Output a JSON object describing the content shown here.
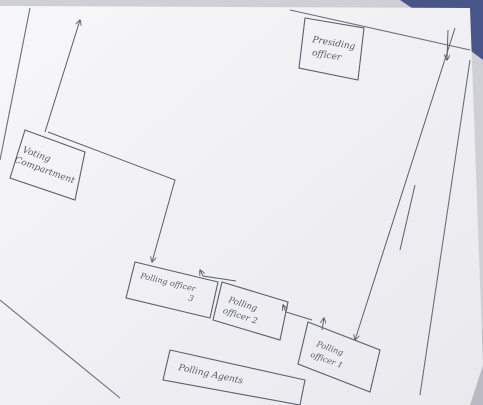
{
  "photo": {
    "subject": "hand-drawn flowchart on paper",
    "paper_color": "#f4f4f6",
    "ink_color": "#5a5f6b",
    "fabric_color": "#2f3f7a"
  },
  "boxes": [
    {
      "id": "presiding",
      "lines": [
        "Presiding",
        "officer"
      ]
    },
    {
      "id": "voting",
      "lines": [
        "Voting",
        "Compartment"
      ]
    },
    {
      "id": "po3",
      "lines": [
        "Polling officer",
        "3"
      ]
    },
    {
      "id": "po2",
      "lines": [
        "Polling",
        "officer 2"
      ]
    },
    {
      "id": "po1",
      "lines": [
        "Polling",
        "officer 1"
      ]
    },
    {
      "id": "agents",
      "lines": [
        "Polling Agents"
      ]
    }
  ]
}
